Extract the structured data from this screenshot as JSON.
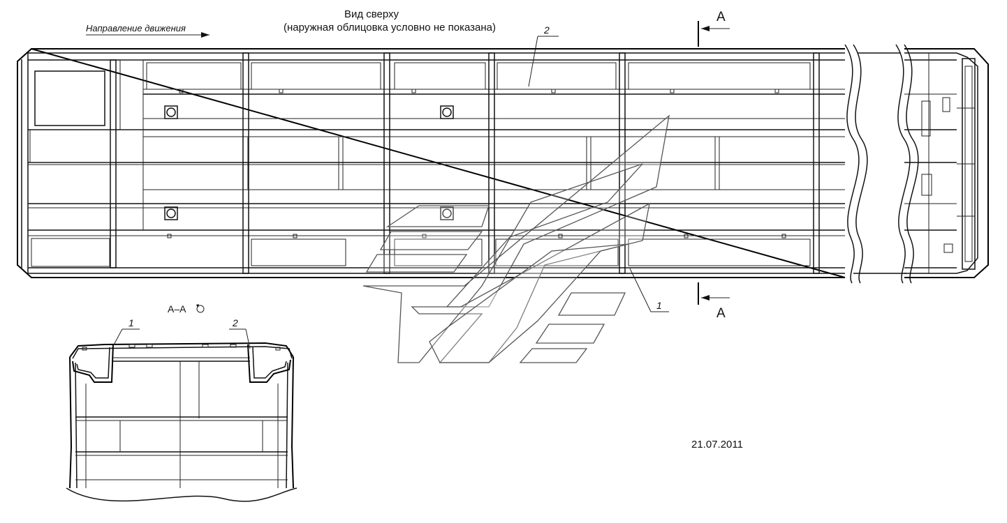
{
  "drawing": {
    "direction_label": "Направление движения",
    "view_title": "Вид сверху",
    "view_subtitle": "(наружная облицовка условно не показана)",
    "section_mark_top": "А",
    "section_mark_bottom": "А",
    "callout_2_top": "2",
    "callout_1_top": "1",
    "section_label": "А–А",
    "section_callout_1": "1",
    "section_callout_2": "2",
    "date": "21.07.2011"
  }
}
